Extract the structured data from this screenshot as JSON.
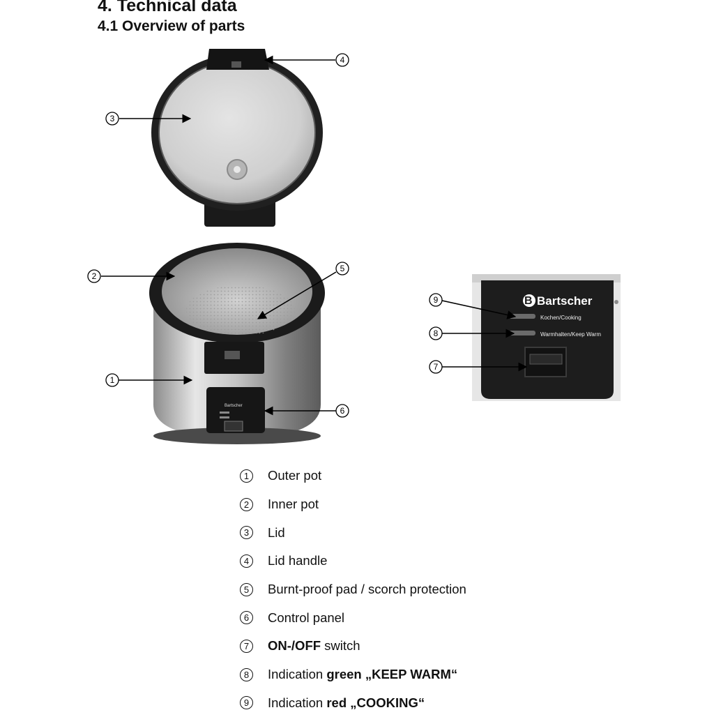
{
  "heading": "4. Technical data",
  "subheading": "4.1 Overview of parts",
  "callouts": [
    "1",
    "2",
    "3",
    "4",
    "5",
    "6",
    "7",
    "8",
    "9"
  ],
  "panel": {
    "brand": "Bartscher",
    "cooking_label": "Kochen/Cooking",
    "warm_label": "Warmhalten/Keep Warm"
  },
  "parts": [
    {
      "num": "1",
      "text": "Outer pot"
    },
    {
      "num": "2",
      "text": "Inner pot"
    },
    {
      "num": "3",
      "text": "Lid"
    },
    {
      "num": "4",
      "text": "Lid handle"
    },
    {
      "num": "5",
      "text": "Burnt-proof pad / scorch protection"
    },
    {
      "num": "6",
      "text": "Control panel"
    },
    {
      "num": "7",
      "bold": "ON-/OFF",
      "text": " switch"
    },
    {
      "num": "8",
      "prefix": "Indication ",
      "bold": "green „KEEP WARM“"
    },
    {
      "num": "9",
      "prefix": "Indication ",
      "bold": "red „COOKING“"
    }
  ]
}
